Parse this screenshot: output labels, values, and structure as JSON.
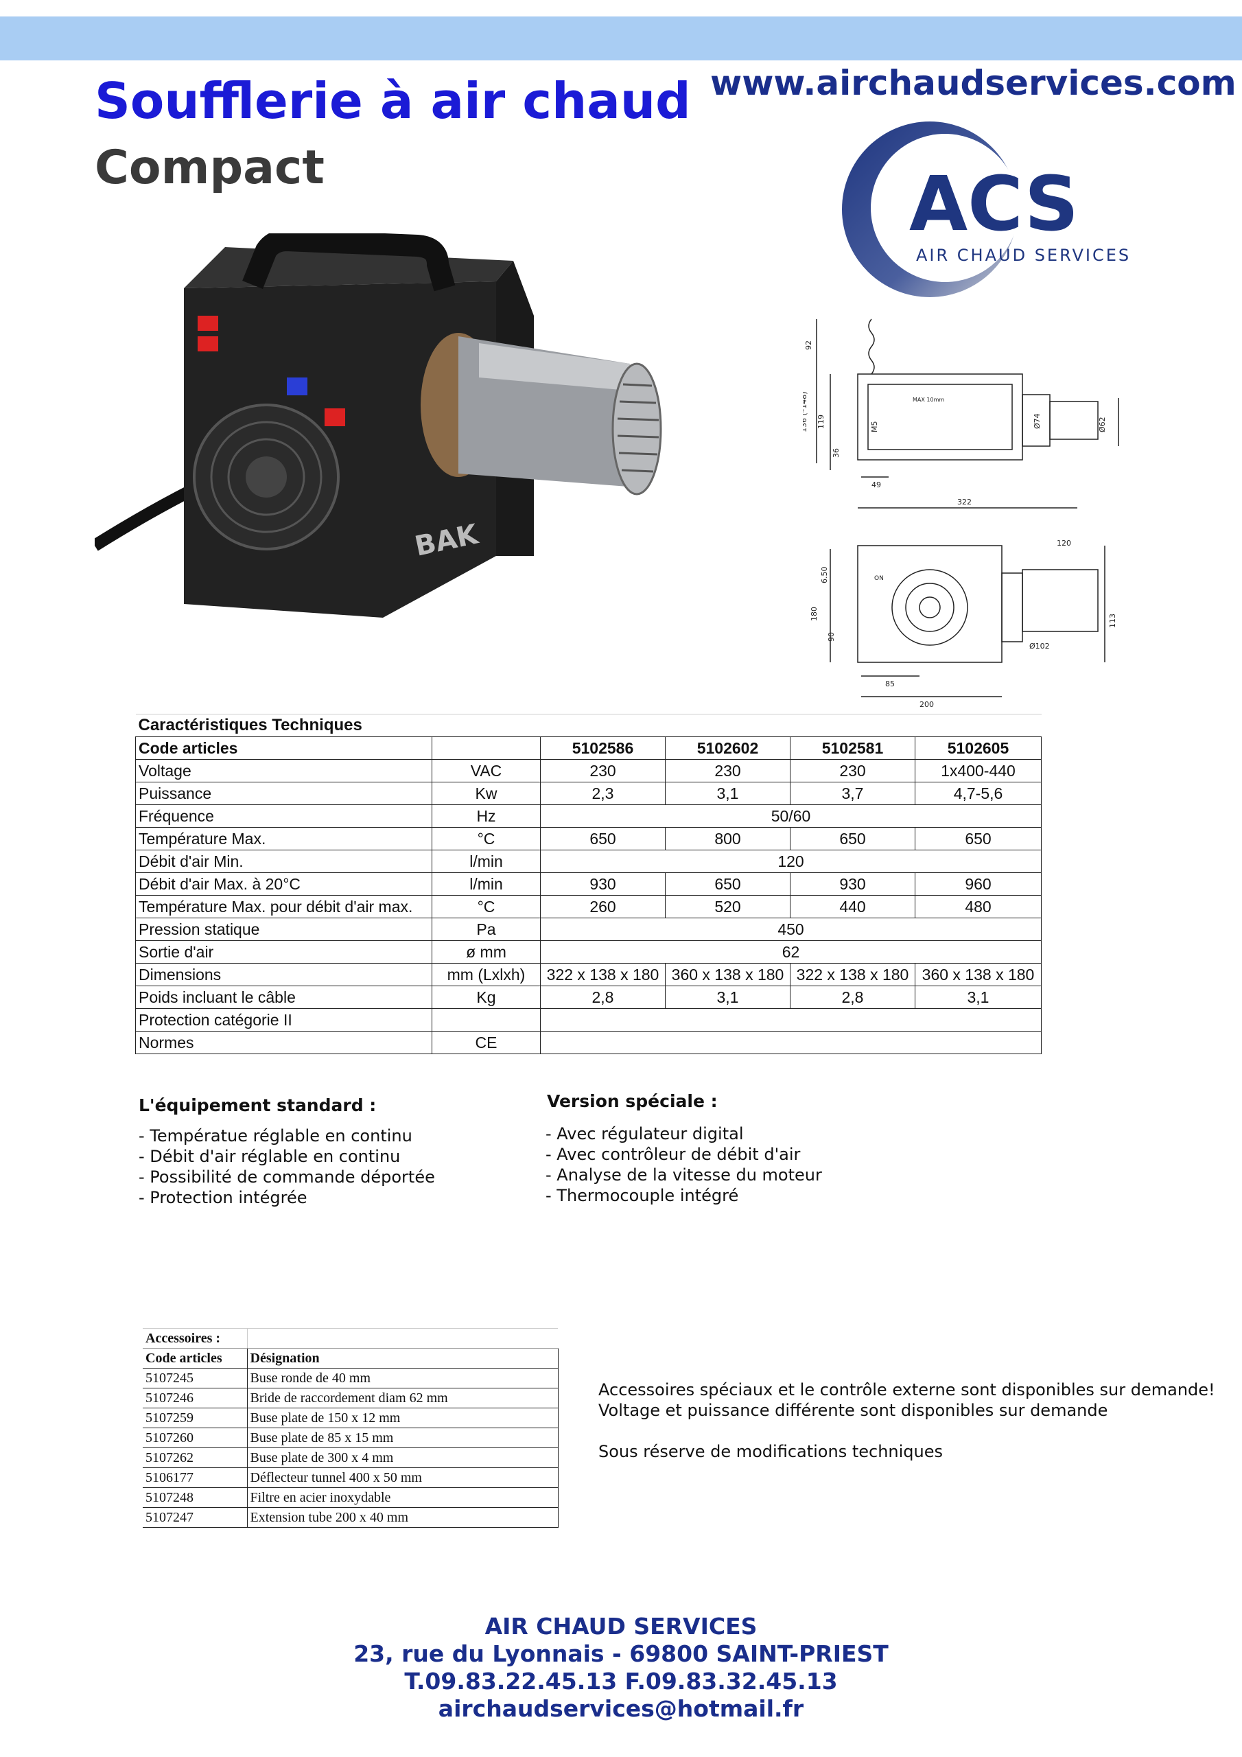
{
  "header": {
    "title": "Soufflerie à air chaud",
    "subtitle": "Compact",
    "website": "www.airchaudservices.com"
  },
  "logo": {
    "letters": "ACS",
    "tagline": "AIR CHAUD SERVICES",
    "colors": {
      "navy": "#1f3680",
      "silver": "#b8bcc4"
    }
  },
  "product_image": {
    "brand_mark": "BAK"
  },
  "drawing": {
    "top_view": {
      "dims": [
        "92",
        "136 (*148)",
        "119",
        "36",
        "49",
        "M5",
        "MAX 10mm",
        "Ø74",
        "Ø62"
      ]
    },
    "front_view": {
      "dims": [
        "322",
        "120",
        "6.50",
        "180",
        "90",
        "85",
        "200",
        "113",
        "Ø102",
        "ON"
      ]
    }
  },
  "spec": {
    "caption": "Caractéristiques Techniques",
    "header": {
      "label": "Code articles",
      "codes": [
        "5102586",
        "5102602",
        "5102581",
        "5102605"
      ]
    },
    "rows": [
      {
        "label": "Voltage",
        "unit": "VAC",
        "values": [
          "230",
          "230",
          "230",
          "1x400-440"
        ]
      },
      {
        "label": "Puissance",
        "unit": "Kw",
        "values": [
          "2,3",
          "3,1",
          "3,7",
          "4,7-5,6"
        ]
      },
      {
        "label": "Fréquence",
        "unit": "Hz",
        "merged": "50/60"
      },
      {
        "label": "Température Max.",
        "unit": "°C",
        "values": [
          "650",
          "800",
          "650",
          "650"
        ]
      },
      {
        "label": "Débit d'air Min.",
        "unit": "l/min",
        "merged": "120"
      },
      {
        "label": "Débit d'air Max. à 20°C",
        "unit": "l/min",
        "values": [
          "930",
          "650",
          "930",
          "960"
        ]
      },
      {
        "label": "Température Max. pour débit d'air max.",
        "unit": "°C",
        "values": [
          "260",
          "520",
          "440",
          "480"
        ]
      },
      {
        "label": "Pression statique",
        "unit": "Pa",
        "merged": "450"
      },
      {
        "label": "Sortie d'air",
        "unit": "ø mm",
        "merged": "62"
      },
      {
        "label": "Dimensions",
        "unit": "mm (Lxlxh)",
        "values": [
          "322 x 138 x 180",
          "360 x 138 x 180",
          "322 x 138 x 180",
          "360 x 138 x 180"
        ]
      },
      {
        "label": "Poids incluant le câble",
        "unit": "Kg",
        "values": [
          "2,8",
          "3,1",
          "2,8",
          "3,1"
        ]
      },
      {
        "label": "Protection catégorie II",
        "unit": "",
        "merged": ""
      },
      {
        "label": "Normes",
        "unit": "CE",
        "merged": ""
      }
    ]
  },
  "equipment": {
    "title": "L'équipement standard :",
    "items": [
      "- Températue réglable en continu",
      "- Débit d'air réglable en continu",
      "- Possibilité de commande déportée",
      "- Protection intégrée"
    ]
  },
  "special": {
    "title": "Version spéciale :",
    "items": [
      "- Avec régulateur digital",
      "- Avec contrôleur de débit d'air",
      "- Analyse de la vitesse du moteur",
      "- Thermocouple intégré"
    ]
  },
  "accessories": {
    "caption": "Accessoires :",
    "header": {
      "code": "Code articles",
      "designation": "Désignation"
    },
    "rows": [
      {
        "code": "5107245",
        "designation": "Buse ronde de 40 mm"
      },
      {
        "code": "5107246",
        "designation": "Bride de raccordement diam 62 mm"
      },
      {
        "code": "5107259",
        "designation": "Buse plate de 150 x 12 mm"
      },
      {
        "code": "5107260",
        "designation": "Buse plate de 85 x 15 mm"
      },
      {
        "code": "5107262",
        "designation": "Buse plate de 300 x 4 mm"
      },
      {
        "code": "5106177",
        "designation": "Déflecteur  tunnel 400 x 50 mm"
      },
      {
        "code": "5107248",
        "designation": "Filtre en acier inoxydable"
      },
      {
        "code": "5107247",
        "designation": "Extension tube 200 x 40 mm"
      }
    ]
  },
  "notes": [
    "Accessoires spéciaux et le contrôle externe sont disponibles sur demande!",
    "Voltage et puissance différente sont disponibles sur demande",
    "",
    "Sous réserve de modifications techniques"
  ],
  "footer": {
    "company": "AIR CHAUD SERVICES",
    "address": "23, rue du Lyonnais - 69800 SAINT-PRIEST",
    "phone": "T.09.83.22.45.13 F.09.83.32.45.13",
    "email": "airchaudservices@hotmail.fr"
  }
}
